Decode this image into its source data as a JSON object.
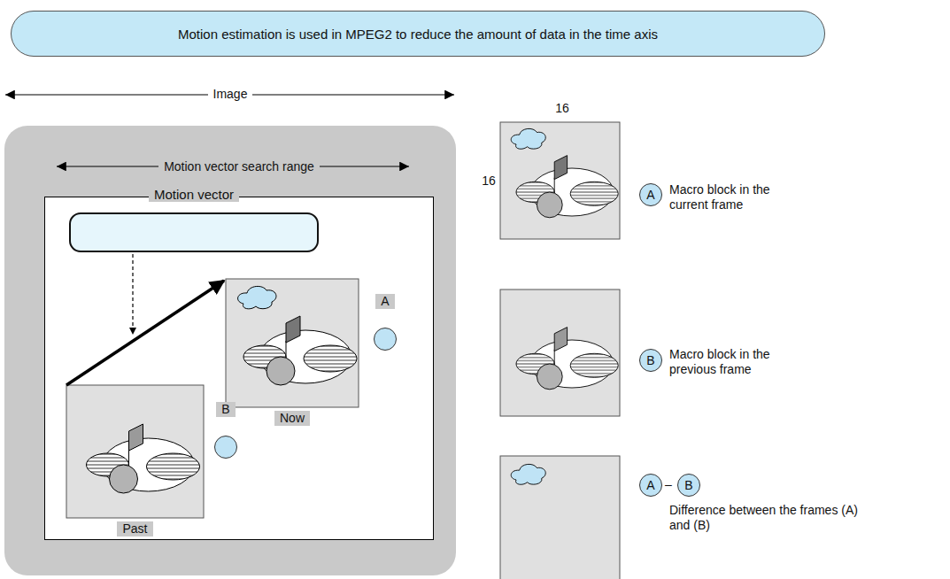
{
  "diagram": {
    "nodes": [
      {
        "text": [
          "Motion estimation is used in MPEG2 to reduce the amount of data in the time axis"
        ]
      },
      {
        "text": [
          "Image"
        ]
      },
      {
        "text": [
          "Motion vector search range"
        ],
        "in": 1
      },
      {
        "text": [
          "Motion vector"
        ],
        "in": 2
      },
      {
        "text": [
          "Now"
        ],
        "in": 2
      },
      {
        "text": [
          "A"
        ],
        "in": 2
      },
      {
        "text": [
          "Past"
        ],
        "in": 2
      },
      {
        "text": [
          "B"
        ],
        "in": 2
      },
      {
        "text": [
          "A"
        ]
      },
      {
        "text": [
          "B"
        ]
      },
      {
        "text": [
          "A"
        ]
      },
      {
        "text": [
          "B"
        ]
      }
    ],
    "edges": [
      {
        "from": 6,
        "to": 4,
        "arrow": "to"
      }
    ],
    "labels": [
      "16",
      "16",
      "Macro block in the current frame",
      "Macro block in the previous frame",
      "–",
      "Difference between the frames (A) and (B)"
    ]
  }
}
